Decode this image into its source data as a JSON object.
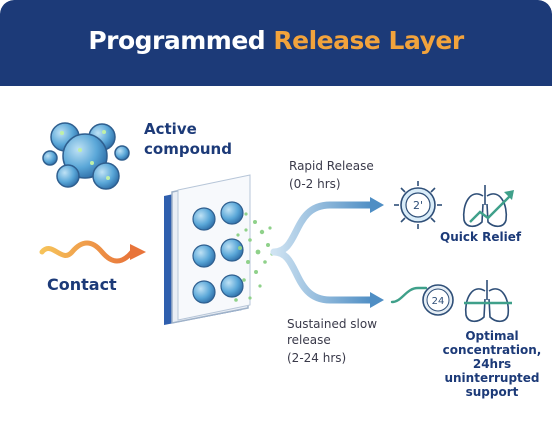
{
  "title": {
    "main": "Programmed",
    "accent": "Release Layer"
  },
  "labels": {
    "active_compound_1": "Active",
    "active_compound_2": "compound",
    "contact": "Contact",
    "rapid_release": "Rapid Release",
    "rapid_hours": "(0-2 hrs)",
    "sustained_1": "Sustained slow",
    "sustained_2": "release",
    "sustained_hours": "(2-24 hrs)",
    "quick_relief": "Quick Relief",
    "optimal_1": "Optimal",
    "optimal_2": "concentration,",
    "optimal_3": "24hrs",
    "optimal_4": "uninterrupted",
    "optimal_5": "support"
  },
  "icons": {
    "clock_fast": "2'",
    "clock_24": "24"
  },
  "colors": {
    "header": "#1c3a78",
    "accent": "#f2a33c",
    "navy": "#1c3a78",
    "sphere": "#5aa7d8",
    "dots": "#8fd18a"
  }
}
